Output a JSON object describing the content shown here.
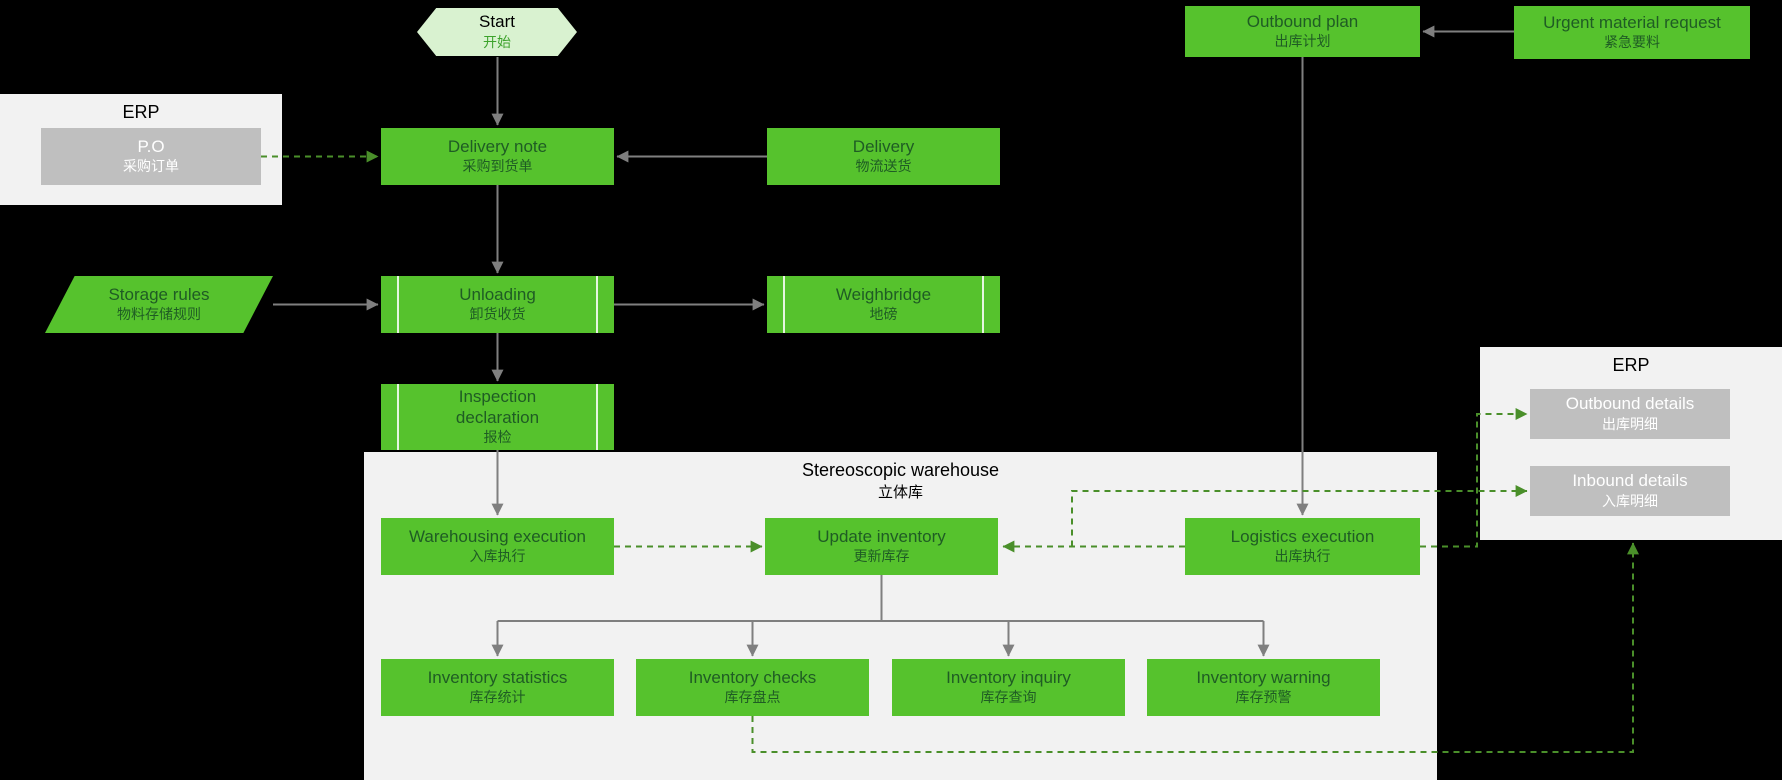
{
  "nodes": {
    "start": {
      "en": "Start",
      "zh": "开始"
    },
    "erp_left": {
      "title": "ERP"
    },
    "po": {
      "en": "P.O",
      "zh": "采购订单"
    },
    "delivery_note": {
      "en": "Delivery note",
      "zh": "采购到货单"
    },
    "delivery": {
      "en": "Delivery",
      "zh": "物流送货"
    },
    "storage_rules": {
      "en": "Storage rules",
      "zh": "物料存储规则"
    },
    "unloading": {
      "en": "Unloading",
      "zh": "卸货收货"
    },
    "weighbridge": {
      "en": "Weighbridge",
      "zh": "地磅"
    },
    "inspection": {
      "en": "Inspection declaration",
      "zh": "报检"
    },
    "warehouse_container": {
      "en": "Stereoscopic warehouse",
      "zh": "立体库"
    },
    "warehousing_execution": {
      "en": "Warehousing execution",
      "zh": "入库执行"
    },
    "update_inventory": {
      "en": "Update inventory",
      "zh": "更新库存"
    },
    "logistics_execution": {
      "en": "Logistics execution",
      "zh": "出库执行"
    },
    "outbound_plan": {
      "en": "Outbound plan",
      "zh": "出库计划"
    },
    "urgent_request": {
      "en": "Urgent material request",
      "zh": "紧急要料"
    },
    "erp_right": {
      "title": "ERP"
    },
    "outbound_details": {
      "en": "Outbound details",
      "zh": "出库明细"
    },
    "inbound_details": {
      "en": "Inbound details",
      "zh": "入库明细"
    },
    "inventory_statistics": {
      "en": "Inventory statistics",
      "zh": "库存统计"
    },
    "inventory_checks": {
      "en": "Inventory checks",
      "zh": "库存盘点"
    },
    "inventory_inquiry": {
      "en": "Inventory inquiry",
      "zh": "库存查询"
    },
    "inventory_warning": {
      "en": "Inventory warning",
      "zh": "库存预警"
    }
  },
  "edges": [
    {
      "from": "start",
      "to": "delivery_note",
      "style": "solid"
    },
    {
      "from": "delivery",
      "to": "delivery_note",
      "style": "solid"
    },
    {
      "from": "po",
      "to": "delivery_note",
      "style": "dashed"
    },
    {
      "from": "delivery_note",
      "to": "unloading",
      "style": "solid"
    },
    {
      "from": "storage_rules",
      "to": "unloading",
      "style": "solid"
    },
    {
      "from": "unloading",
      "to": "weighbridge",
      "style": "solid"
    },
    {
      "from": "unloading",
      "to": "inspection",
      "style": "solid"
    },
    {
      "from": "inspection",
      "to": "warehousing_execution",
      "style": "solid"
    },
    {
      "from": "warehousing_execution",
      "to": "update_inventory",
      "style": "dashed"
    },
    {
      "from": "logistics_execution",
      "to": "update_inventory",
      "style": "dashed"
    },
    {
      "from": "urgent_request",
      "to": "outbound_plan",
      "style": "solid"
    },
    {
      "from": "outbound_plan",
      "to": "logistics_execution",
      "style": "solid"
    },
    {
      "from": "update_inventory",
      "to": "inventory_statistics",
      "style": "solid"
    },
    {
      "from": "update_inventory",
      "to": "inventory_checks",
      "style": "solid"
    },
    {
      "from": "update_inventory",
      "to": "inventory_inquiry",
      "style": "solid"
    },
    {
      "from": "update_inventory",
      "to": "inventory_warning",
      "style": "solid"
    },
    {
      "from": "logistics_execution",
      "to": "outbound_details",
      "style": "dashed"
    },
    {
      "from": "logistics_execution",
      "to": "inbound_details",
      "style": "dashed"
    },
    {
      "from": "inventory_checks",
      "to": "inbound_details",
      "style": "dashed"
    }
  ],
  "colors": {
    "node_green": "#56c22d",
    "node_text_green": "#1f5c24",
    "start_fill": "#d9f2d0",
    "container_gray": "#f2f2f2",
    "inner_gray": "#bfbfbf",
    "arrow_gray": "#7f7f7f",
    "arrow_green_dashed": "#4a8f2a",
    "background": "#000000"
  }
}
